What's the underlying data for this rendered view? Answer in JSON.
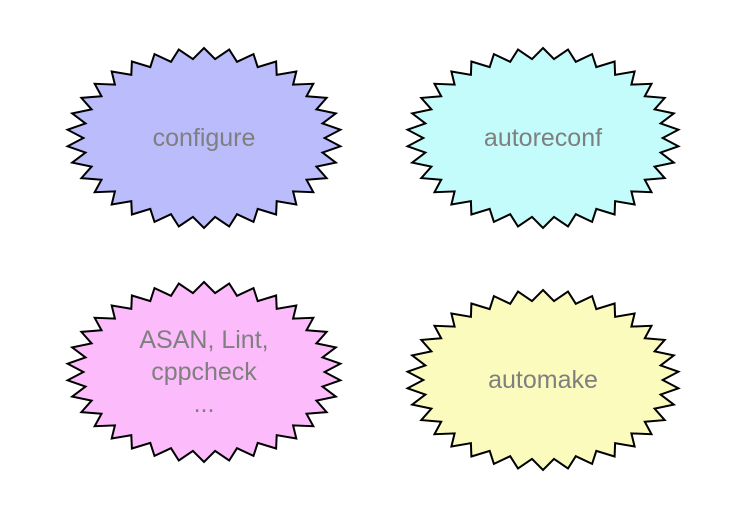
{
  "diagram": {
    "nodes": [
      {
        "id": "configure",
        "shape": "starburst",
        "fill": "#bbbcfb",
        "stroke": "#000000",
        "lines": [
          "configure"
        ]
      },
      {
        "id": "autoreconf",
        "shape": "starburst",
        "fill": "#c3fcfb",
        "stroke": "#000000",
        "lines": [
          "autoreconf"
        ]
      },
      {
        "id": "asan-lint-cppcheck",
        "shape": "starburst",
        "fill": "#fcbcfb",
        "stroke": "#000000",
        "lines": [
          "ASAN, Lint,",
          "cppcheck",
          "..."
        ]
      },
      {
        "id": "automake",
        "shape": "starburst",
        "fill": "#fbfbbd",
        "stroke": "#000000",
        "lines": [
          "automake"
        ]
      }
    ],
    "label_color": "#7f7f7f"
  }
}
